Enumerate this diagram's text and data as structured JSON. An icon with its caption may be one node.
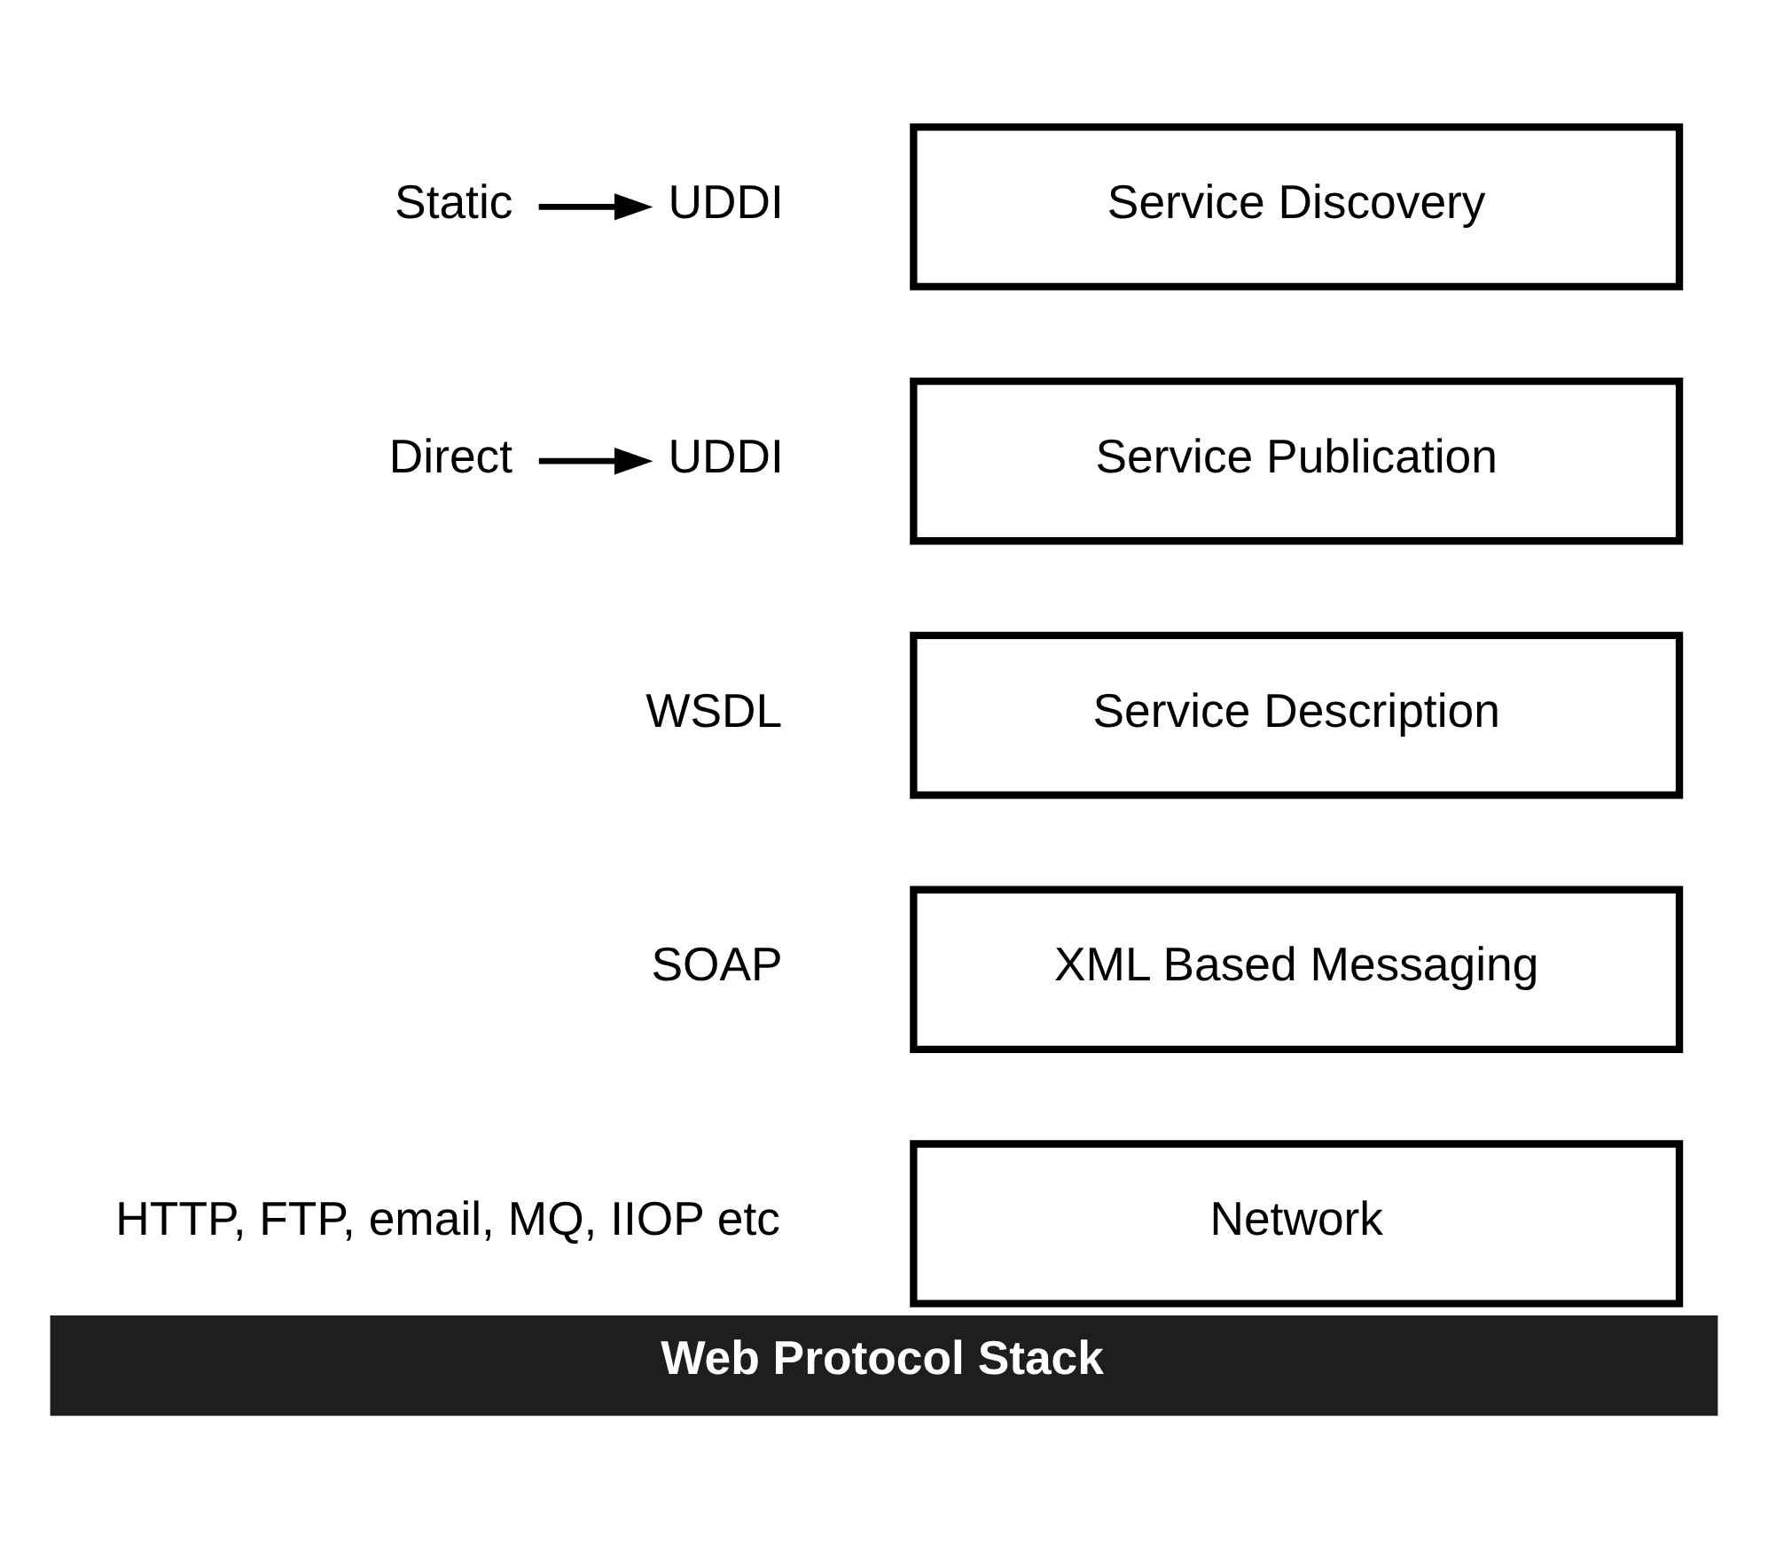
{
  "diagram": {
    "caption": "Web Protocol Stack",
    "nodes": [
      {
        "text": [
          "Static"
        ]
      },
      {
        "text": [
          "UDDI"
        ]
      },
      {
        "text": [
          "Service Discovery"
        ]
      },
      {
        "text": [
          "Direct"
        ]
      },
      {
        "text": [
          "UDDI"
        ]
      },
      {
        "text": [
          "Service Publication"
        ]
      },
      {
        "text": [
          "Service Description"
        ]
      },
      {
        "text": [
          "XML Based Messaging"
        ]
      },
      {
        "text": [
          "Network"
        ]
      }
    ],
    "edges": [
      {
        "from": 0,
        "to": 1,
        "arrow": "to"
      },
      {
        "from": 3,
        "to": 4,
        "arrow": "to"
      }
    ],
    "labels": [
      "WSDL",
      "SOAP",
      "HTTP, FTP, email, MQ, IIOP etc"
    ]
  }
}
